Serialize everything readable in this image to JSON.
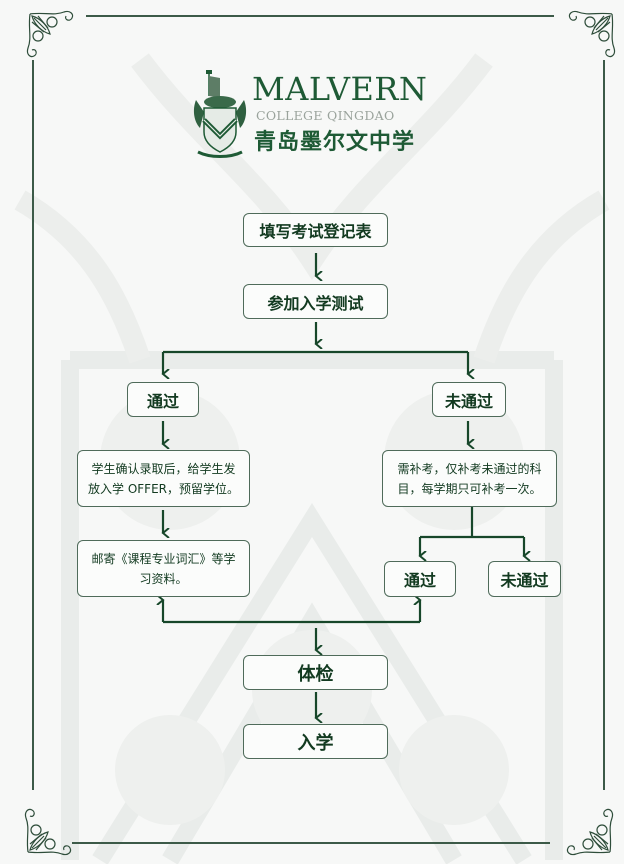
{
  "brand": {
    "name_en": "MALVERN",
    "subtitle_en": "COLLEGE QINGDAO",
    "name_cn": "青岛墨尔文中学"
  },
  "flow": {
    "step1": "填写考试登记表",
    "step2": "参加入学测试",
    "pass": "通过",
    "fail": "未通过",
    "pass_detail": "学生确认录取后，给学生发放入学 OFFER，预留学位。",
    "pass_detail_line1": "学生确认录取后，给学生发",
    "pass_detail_line2": "放入学 OFFER，预留学位。",
    "mail_line1": "邮寄《课程专业词汇》等学",
    "mail_line2": "习资料。",
    "fail_detail_line1": "需补考，仅补考未通过的科",
    "fail_detail_line2": "目，每学期只可补考一次。",
    "retake_pass": "通过",
    "retake_fail": "未通过",
    "physical": "体检",
    "enroll": "入学"
  },
  "colors": {
    "primary_green": "#1e5a35",
    "line_green": "#17472a",
    "box_border": "#4f6b5a"
  }
}
